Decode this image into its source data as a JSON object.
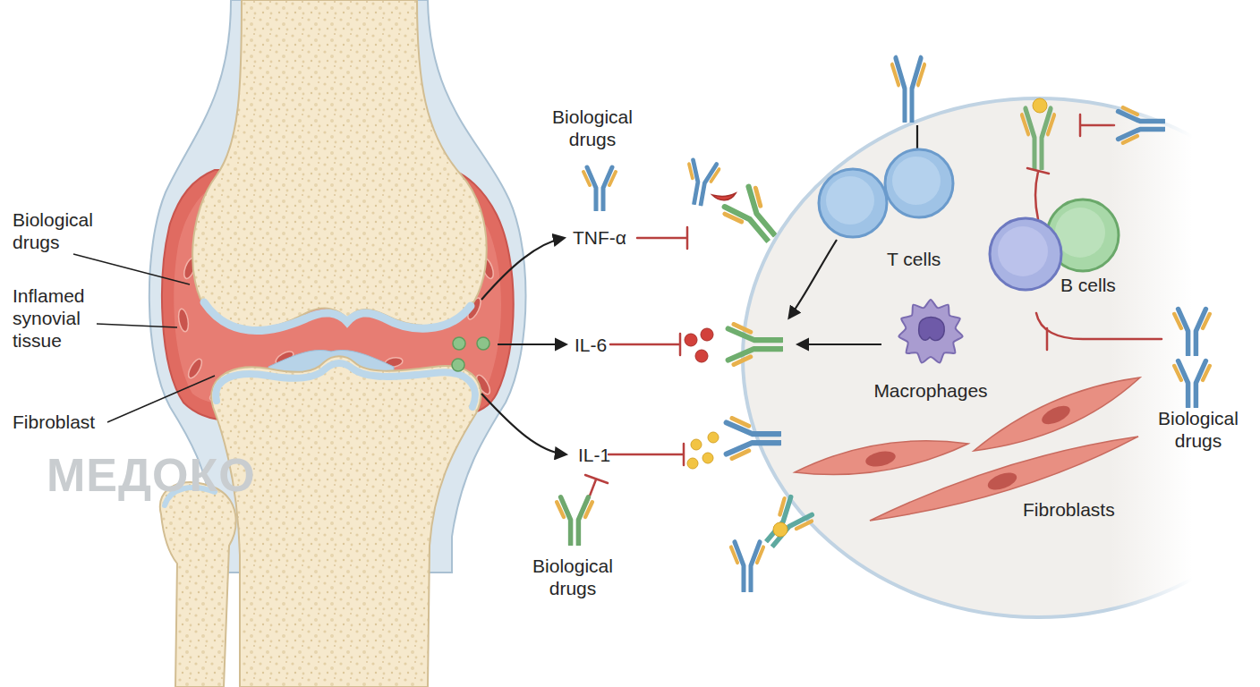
{
  "diagram": {
    "nodes": [
      {
        "text": [
          "T cells"
        ]
      },
      {
        "text": [
          "B cells"
        ]
      },
      {
        "text": [
          "Macrophages"
        ]
      },
      {
        "text": [
          "Fibroblasts"
        ]
      }
    ],
    "labels": [
      "Biological drugs",
      "Biological drugs",
      "Inflamed synovial tissue",
      "TNF-α",
      "IL-6",
      "Fibroblast",
      "IL-1",
      "МЕДОКО",
      "Biological drugs",
      "Biological drugs"
    ]
  }
}
